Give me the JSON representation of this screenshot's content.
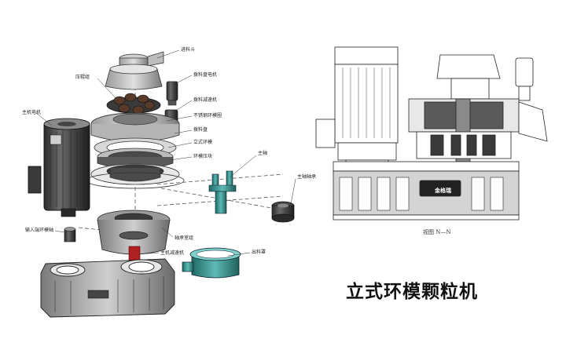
{
  "title": "立式环模颗粒机",
  "view_caption": "视图 N—N",
  "brand": "金格瑞",
  "labels": {
    "inlet": "进料斗",
    "press_roller": "压辊组",
    "feed_motor": "拨料盘电机",
    "feed_reducer": "拨料减速机",
    "main_motor": "主机电机",
    "ss_ring": "不锈钢环模圈",
    "feed_disc": "拨料盘",
    "vertical_ring": "立式环模",
    "ring_pressure": "环模压块",
    "main_shaft": "主轴",
    "main_bearing": "主轴轴承",
    "input_bearing": "输入端环模轴",
    "bearing_seat": "轴承室组",
    "reducer": "主机减速机",
    "outlet_hood": "出料罩"
  },
  "colors": {
    "line": "#2a2a2a",
    "metal_dark": "#3c3c3c",
    "metal_mid": "#8a8a8a",
    "metal_light": "#d6d6d6",
    "teal": "#3d9c98",
    "teal_dark": "#1f5f5c",
    "red": "#b02020"
  }
}
